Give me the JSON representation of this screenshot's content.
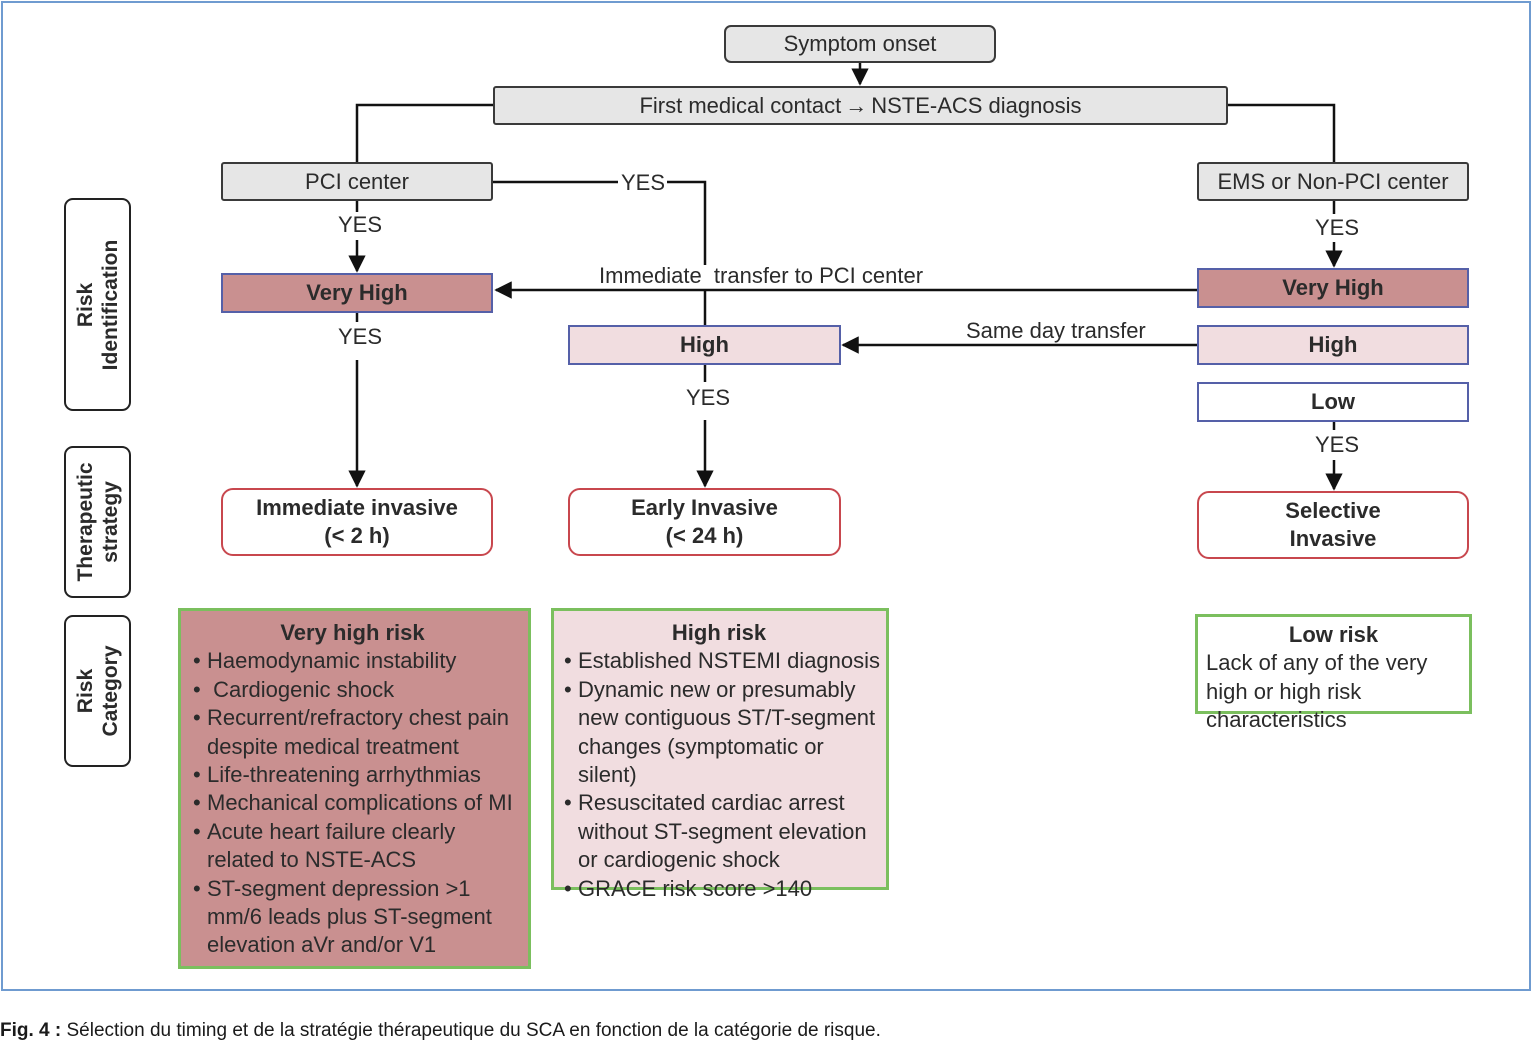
{
  "flow": {
    "symptom_onset": "Symptom onset",
    "first_contact": "First medical contact",
    "diagnosis": "NSTE-ACS diagnosis",
    "pci_center": "PCI center",
    "ems_center": "EMS or Non-PCI center",
    "yes": "YES",
    "immediate_transfer": "Immediate  transfer to PCI center",
    "same_day_transfer": "Same day transfer"
  },
  "risk_levels": {
    "very_high": "Very High",
    "high": "High",
    "low": "Low"
  },
  "strategies": {
    "immediate_line1": "Immediate invasive",
    "immediate_line2": "(< 2 h)",
    "early_line1": "Early Invasive",
    "early_line2": "(< 24 h)",
    "selective_line1": "Selective",
    "selective_line2": "Invasive"
  },
  "side_labels": {
    "risk_identification": "Risk\nIdentification",
    "therapeutic_strategy": "Therapeutic\nstrategy",
    "risk_category": "Risk\nCategory"
  },
  "categories": {
    "very_high": {
      "title": "Very high risk",
      "items": [
        "Haemodynamic instability",
        " Cardiogenic shock",
        "Recurrent/refractory chest pain despite medical treatment",
        "Life-threatening arrhythmias",
        "Mechanical complications of MI",
        "Acute heart failure clearly related to NSTE-ACS",
        "ST-segment depression >1 mm/6 leads plus ST-segment elevation aVr and/or V1"
      ]
    },
    "high": {
      "title": "High risk",
      "items": [
        "Established NSTEMI diagnosis",
        "Dynamic new or presumably new contiguous ST/T-segment changes (symptomatic or silent)",
        "Resuscitated cardiac arrest without ST-segment elevation or cardiogenic shock",
        "GRACE risk score >140"
      ]
    },
    "low": {
      "title": "Low risk",
      "text": "Lack of any of the very high or high risk characteristics"
    }
  },
  "caption": {
    "label": "Fig. 4 :",
    "text": " Sélection du timing et de la stratégie thérapeutique du SCA en fonction de la catégorie de risque."
  },
  "colors": {
    "very_high_fill": "#c99090",
    "high_fill": "#f1dde0",
    "risk_border": "#5560a8",
    "strategy_border": "#c8474e",
    "panel_border": "#7bbf5e",
    "frame_border": "#6f9bd0"
  }
}
